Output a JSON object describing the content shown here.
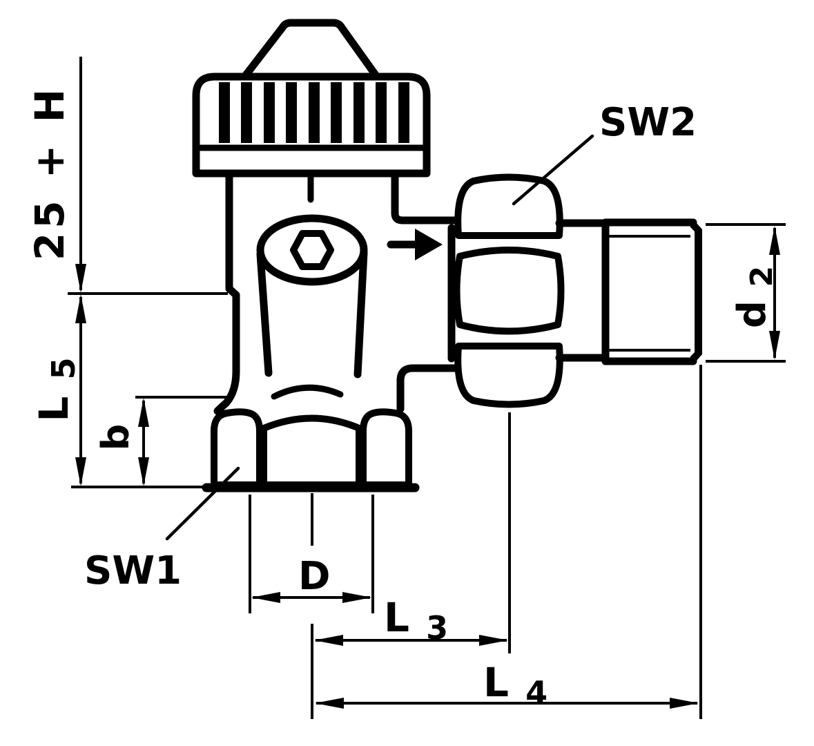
{
  "drawing": {
    "kind": "technical-dimension-drawing",
    "subject": "angle-valve-side-view"
  },
  "colors": {
    "ink": "#000000",
    "paper": "#ffffff"
  },
  "labels": {
    "height_dim": "25 + H",
    "l5_main": "L",
    "l5_sub": "5",
    "b_dim": "b",
    "sw1": "SW1",
    "d_dim": "D",
    "l3_main": "L",
    "l3_sub": "3",
    "l4_main": "L",
    "l4_sub": "4",
    "sw2": "SW2",
    "d2_main": "d",
    "d2_sub": "2"
  }
}
